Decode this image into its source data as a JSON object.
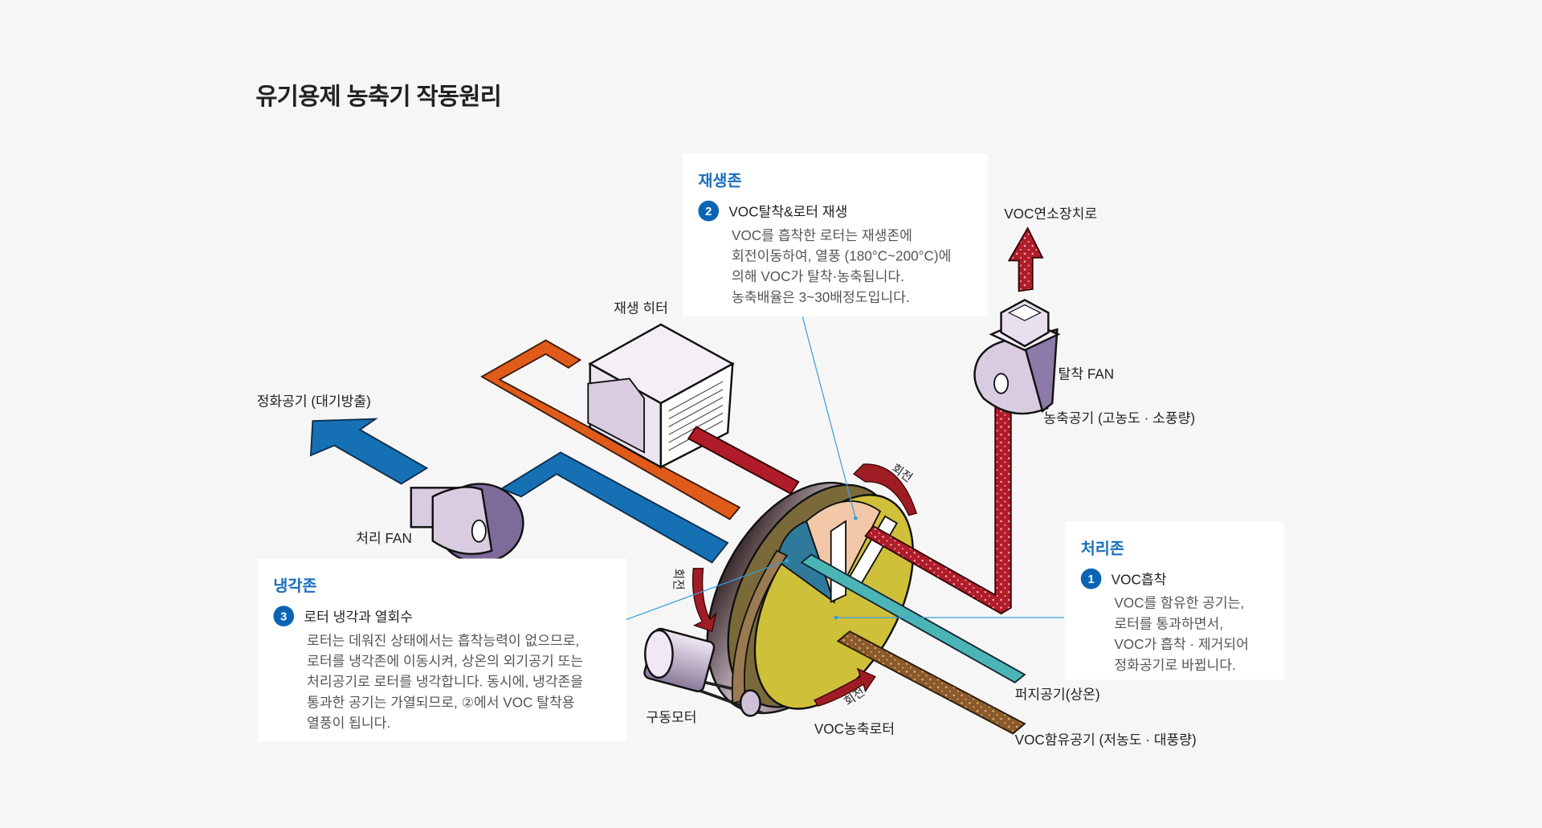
{
  "title": "유기용제 농축기 작동원리",
  "labels": {
    "heater": "재생 히터",
    "purified_air": "정화공기 (대기방출)",
    "process_fan": "처리 FAN",
    "to_incinerator": "VOC연소장치로",
    "desorption_fan": "탈착 FAN",
    "concentrated_air": "농축공기 (고농도 · 소풍량)",
    "purge_air": "퍼지공기(상온)",
    "voc_air": "VOC함유공기 (저농도 · 대풍량)",
    "drive_motor": "구동모터",
    "rotor": "VOC농축로터",
    "rotation": "회전"
  },
  "zones": {
    "regeneration": {
      "heading": "재생존",
      "number": "2",
      "step": "VOC탈착&로터 재생",
      "lines": [
        "VOC를 흡착한 로터는 재생존에",
        "회전이동하여, 열풍 (180°C~200°C)에",
        "의해 VOC가 탈착·농축됩니다.",
        "농축배율은 3~30배정도입니다."
      ]
    },
    "cooling": {
      "heading": "냉각존",
      "number": "3",
      "step": "로터 냉각과 열회수",
      "lines": [
        "로터는 데워진 상태에서는 흡착능력이 없으므로,",
        "로터를 냉각존에 이동시켜, 상온의 외기공기 또는",
        "처리공기로 로터를 냉각합니다. 동시에, 냉각존을",
        "통과한 공기는 가열되므로, ②에서 VOC 탈착용",
        "열풍이 됩니다."
      ]
    },
    "process": {
      "heading": "처리존",
      "number": "1",
      "step": "VOC흡착",
      "lines": [
        "VOC를 함유한 공기는,",
        "로터를 통과하면서,",
        "VOC가 흡착 · 제거되어",
        "정화공기로 바뀝니다."
      ]
    }
  },
  "colors": {
    "accent": "#1a6fbf",
    "badge": "#0a64b4",
    "clean_air": "#1670b4",
    "hot_air": "#e05a1a",
    "desorb_air": "#b01c2a",
    "purge": "#4bb5b5",
    "voc": "#8b5a2b",
    "rotor_face": "#cfc03a"
  }
}
